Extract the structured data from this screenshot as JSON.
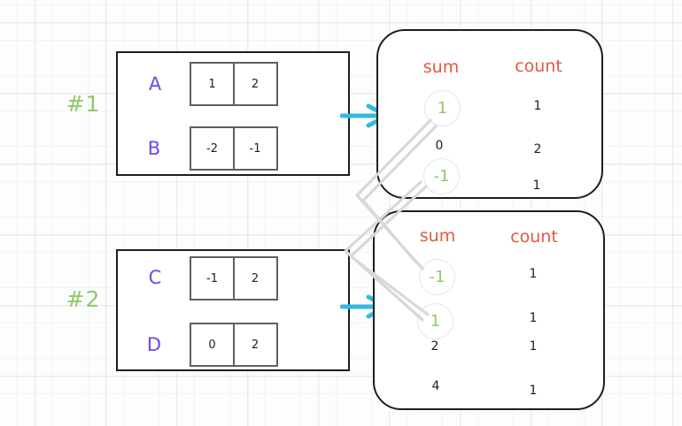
{
  "diagram": {
    "description": "Two example arrays mapped to prefix-sum frequency tables with matching sums connected",
    "colors": {
      "array_label": "#7048E8",
      "example_label": "#90C86E",
      "column_header": "#E2593C",
      "flow_arrow": "#35B9E3",
      "highlight_value": "#90C86E",
      "connector_line": "#D8D8D8",
      "plain_value": "#1E1E1E"
    }
  },
  "examples": [
    {
      "label": "#1",
      "arrays": [
        {
          "name": "A",
          "values": [
            "1",
            "2"
          ]
        },
        {
          "name": "B",
          "values": [
            "-2",
            "-1"
          ]
        }
      ],
      "result": {
        "headers": {
          "sum": "sum",
          "count": "count"
        },
        "rows": [
          {
            "sum": "1",
            "count": "1",
            "highlighted": true
          },
          {
            "sum": "0",
            "count": "2",
            "highlighted": false
          },
          {
            "sum": "-1",
            "count": "1",
            "highlighted": true
          }
        ]
      }
    },
    {
      "label": "#2",
      "arrays": [
        {
          "name": "C",
          "values": [
            "-1",
            "2"
          ]
        },
        {
          "name": "D",
          "values": [
            "0",
            "2"
          ]
        }
      ],
      "result": {
        "headers": {
          "sum": "sum",
          "count": "count"
        },
        "rows": [
          {
            "sum": "-1",
            "count": "1",
            "highlighted": true
          },
          {
            "sum": "1",
            "count": "1",
            "highlighted": true
          },
          {
            "sum": "2",
            "count": "1",
            "highlighted": false
          },
          {
            "sum": "4",
            "count": "1",
            "highlighted": false
          }
        ]
      }
    }
  ],
  "connections": [
    {
      "from": "example-1 sum 1",
      "to": "example-2 sum -1"
    },
    {
      "from": "example-1 sum -1",
      "to": "example-2 sum 1"
    }
  ]
}
